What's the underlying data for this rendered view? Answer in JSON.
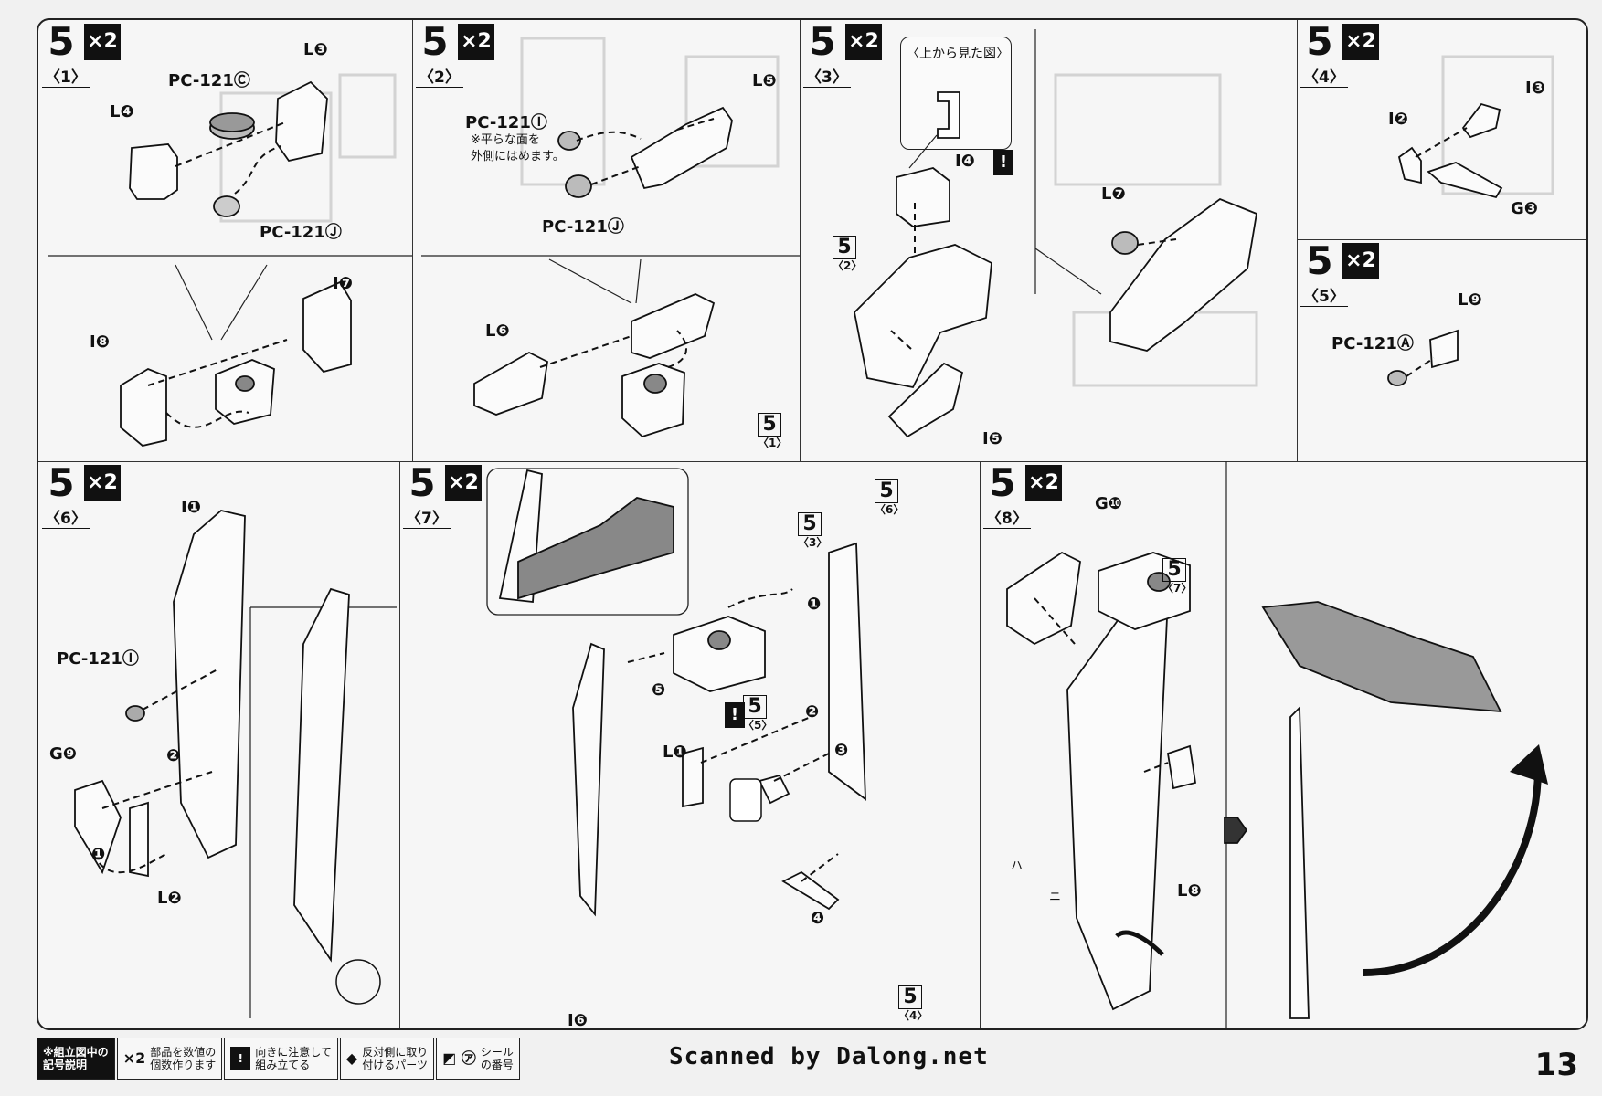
{
  "page": {
    "number": "13",
    "credit": "Scanned by Dalong.net"
  },
  "steps": [
    {
      "num": "5",
      "mult": "×2",
      "sub": "〈1〉",
      "labels": [
        "L❹",
        "L❸",
        "PC-121Ⓒ",
        "PC-121Ⓙ",
        "I❼",
        "I❽"
      ]
    },
    {
      "num": "5",
      "mult": "×2",
      "sub": "〈2〉",
      "labels": [
        "L❺",
        "PC-121Ⓘ",
        "PC-121Ⓙ",
        "L❻"
      ],
      "note": [
        "※平らな面を",
        "外側にはめます。"
      ],
      "ref": {
        "n": "5",
        "s": "〈1〉"
      }
    },
    {
      "num": "5",
      "mult": "×2",
      "sub": "〈3〉",
      "labels": [
        "I❹",
        "L❼",
        "I❺"
      ],
      "callout": "〈上から見た図〉",
      "ref": {
        "n": "5",
        "s": "〈2〉"
      }
    },
    {
      "num": "5",
      "mult": "×2",
      "sub": "〈4〉",
      "labels": [
        "I❸",
        "I❷",
        "G❸"
      ]
    },
    {
      "num": "5",
      "mult": "×2",
      "sub": "〈5〉",
      "labels": [
        "L❾",
        "PC-121Ⓐ"
      ]
    },
    {
      "num": "5",
      "mult": "×2",
      "sub": "〈6〉",
      "labels": [
        "I❶",
        "PC-121Ⓘ",
        "G❾",
        "L❷"
      ],
      "order": [
        "❶",
        "❷"
      ]
    },
    {
      "num": "5",
      "mult": "×2",
      "sub": "〈7〉",
      "labels": [
        "L❶",
        "I❻"
      ],
      "order": [
        "❶",
        "❷",
        "❸",
        "❹",
        "❺"
      ],
      "refs": [
        {
          "n": "5",
          "s": "〈3〉"
        },
        {
          "n": "5",
          "s": "〈6〉"
        },
        {
          "n": "5",
          "s": "〈5〉"
        },
        {
          "n": "5",
          "s": "〈4〉"
        }
      ]
    },
    {
      "num": "5",
      "mult": "×2",
      "sub": "〈8〉",
      "labels": [
        "G❿",
        "L❽"
      ],
      "seals": [
        "ハ",
        "ニ"
      ],
      "ref": {
        "n": "5",
        "s": "〈7〉"
      }
    }
  ],
  "legend": {
    "title": [
      "※組立図中の",
      "記号説明"
    ],
    "items": [
      {
        "icon": "×2",
        "text": [
          "部品を数値の",
          "個数作ります"
        ]
      },
      {
        "icon": "!",
        "text": [
          "向きに注意して",
          "組み立てる"
        ]
      },
      {
        "icon": "◆",
        "text": [
          "反対側に取り",
          "付けるパーツ"
        ]
      },
      {
        "icon": "◩ ㋐",
        "text": [
          "シール",
          "の番号"
        ]
      }
    ]
  }
}
